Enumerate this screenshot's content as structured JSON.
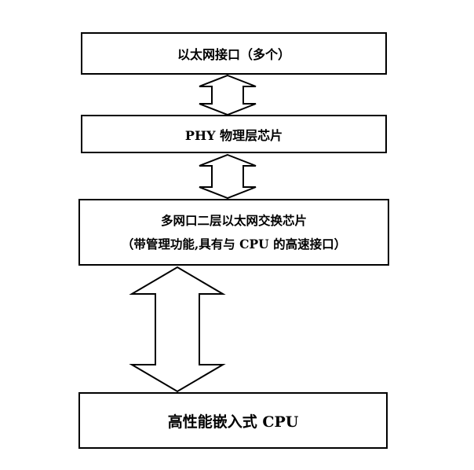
{
  "diagram": {
    "boxes": [
      {
        "id": "ethernet-port",
        "lines": [
          "以太网接口（多个）"
        ]
      },
      {
        "id": "phy-chip",
        "lines": [
          "PHY 物理层芯片"
        ]
      },
      {
        "id": "switch-chip",
        "lines": [
          "多网口二层以太网交换芯片",
          "（带管理功能,具有与 CPU 的高速接口）"
        ]
      },
      {
        "id": "embedded-cpu",
        "lines": [
          "高性能嵌入式 CPU"
        ]
      }
    ],
    "connections": [
      {
        "from": "ethernet-port",
        "to": "phy-chip",
        "type": "bidirectional"
      },
      {
        "from": "phy-chip",
        "to": "switch-chip",
        "type": "bidirectional"
      },
      {
        "from": "switch-chip",
        "to": "embedded-cpu",
        "type": "bidirectional"
      }
    ]
  }
}
